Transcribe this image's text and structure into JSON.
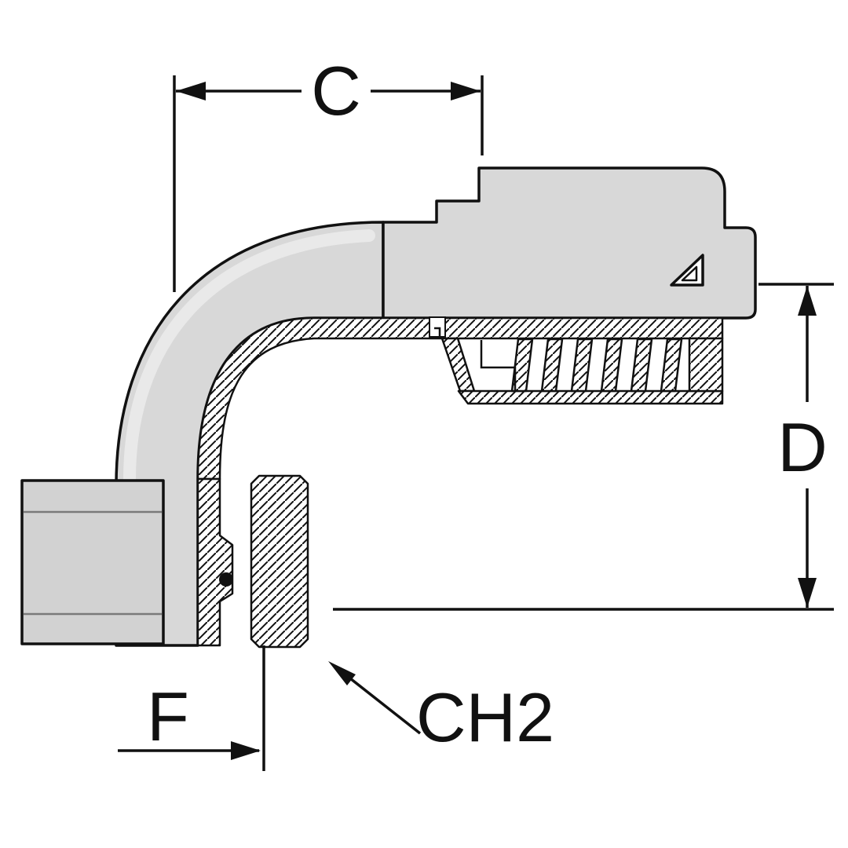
{
  "drawing": {
    "labels": {
      "c": "C",
      "d": "D",
      "f": "F",
      "ch2": "CH2"
    },
    "colors": {
      "background": "#ffffff",
      "body_fill": "#d8d8d8",
      "nut_fill": "#d2d2d2",
      "outline": "#111111"
    },
    "logo": "manufacturer-triangle-logo"
  }
}
